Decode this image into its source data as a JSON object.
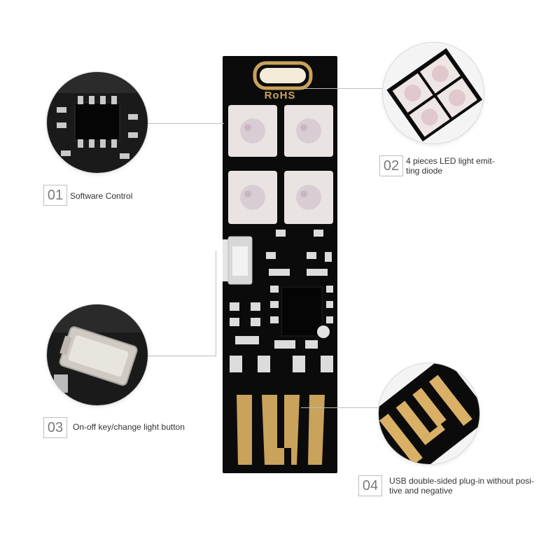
{
  "board": {
    "rohs_label": "RoHS"
  },
  "features": [
    {
      "number": "01",
      "label": "Software Control",
      "icon": "chip-closeup"
    },
    {
      "number": "02",
      "label_line1": "4 pieces LED light emit-",
      "label_line2": "ting diode",
      "icon": "led-closeup"
    },
    {
      "number": "03",
      "label": "On-off key/change light button",
      "icon": "switch-closeup"
    },
    {
      "number": "04",
      "label_line1": "USB double-sided plug-in without posi-",
      "label_line2": "tive and negative",
      "icon": "usb-contacts-closeup"
    }
  ],
  "colors": {
    "pcb": "#0b0b0b",
    "led": "#e9e4e2",
    "gold": "#c9a25b",
    "connector": "#9e9e9e"
  }
}
